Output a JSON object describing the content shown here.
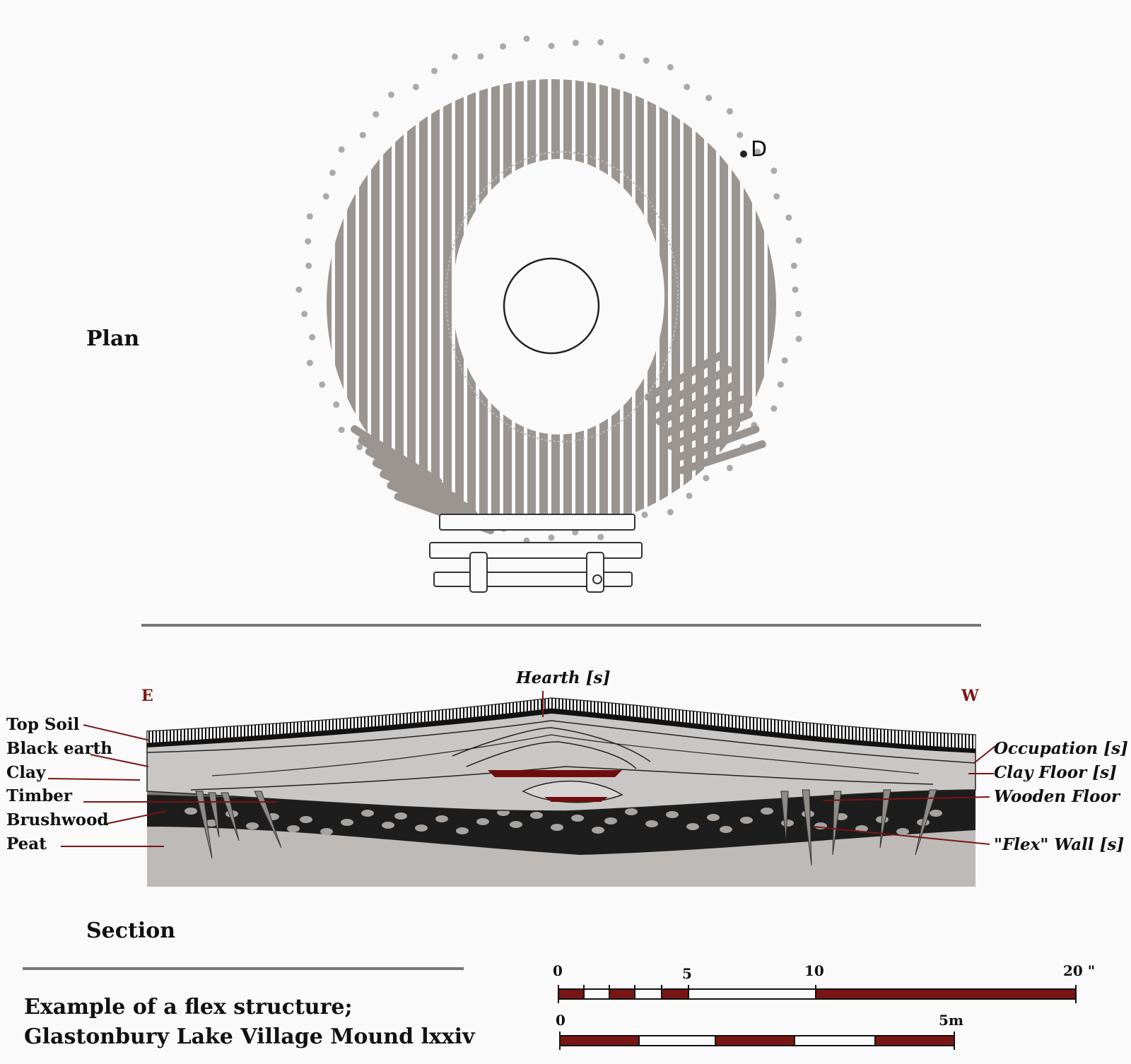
{
  "headings": {
    "plan": "Plan",
    "section": "Section"
  },
  "plan": {
    "marker": "D"
  },
  "section": {
    "east": "E",
    "west": "W",
    "top_label": "Hearth [s]",
    "left_layers": [
      "Top Soil",
      "Black earth",
      "Clay",
      "Timber",
      "Brushwood",
      "Peat"
    ],
    "right_labels": [
      "Occupation [s]",
      "Clay Floor [s]",
      "Wooden Floor",
      "\"Flex\" Wall [s]"
    ]
  },
  "scales": {
    "imperial_ticks": [
      "0",
      "5",
      "10",
      "20 \""
    ],
    "metric_ticks": [
      "0",
      "5m"
    ]
  },
  "caption": {
    "line1": "Example of a flex structure;",
    "line2": "Glastonbury Lake Village Mound lxxiv"
  },
  "colors": {
    "accent": "#7a1515",
    "fill": "#9b9592",
    "peat": "#bdbab7",
    "dark": "#222222"
  }
}
